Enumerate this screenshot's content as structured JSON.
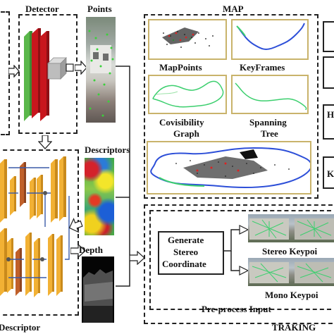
{
  "labels": {
    "detector": "Detector",
    "points": "Points",
    "descriptors": "Descriptors",
    "depth": "Depth",
    "descriptor_bottom": "Descriptor",
    "map": "MAP",
    "map_points": "MapPoints",
    "key_frames": "KeyFrames",
    "covisibility_line1": "Covisibility",
    "covisibility_line2": "Graph",
    "spanning_line1": "Spanning",
    "spanning_line2": "Tree",
    "generate_line1": "Generate",
    "generate_line2": "Stereo",
    "generate_line3": "Coordinate",
    "stereo_keypoints": "Stereo Keypoi",
    "mono_keypoints": "Mono Keypoi",
    "preprocess": "Pre-process Input",
    "tracking": "TRAKING",
    "right_letter_h": "H",
    "right_letter_k": "K"
  },
  "colors": {
    "frame_border": "#c9b36b",
    "detector_red": "#c8161d",
    "detector_green": "#5ab74a",
    "net_orange": "#f2b134",
    "net_brown": "#c0602a",
    "trajectory_blue": "#2d4fd8",
    "trajectory_green": "#3ccf6e"
  }
}
